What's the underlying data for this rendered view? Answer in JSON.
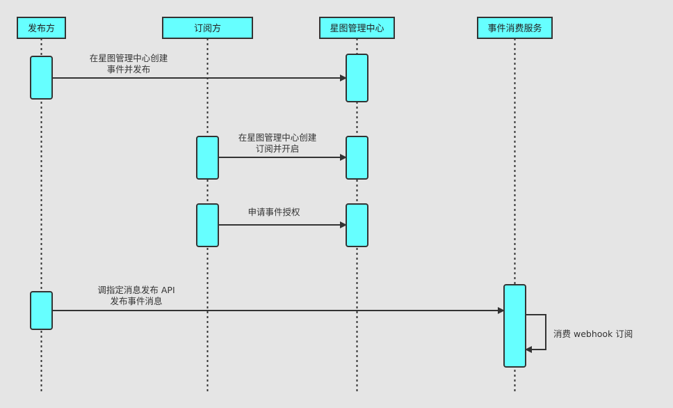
{
  "diagram": {
    "type": "sequence",
    "colors": {
      "background": "#e5e5e5",
      "box_fill": "#66ffff",
      "stroke": "#333333",
      "text": "#333333"
    },
    "participants": [
      {
        "id": "publisher",
        "label": "发布方"
      },
      {
        "id": "subscriber",
        "label": "订阅方"
      },
      {
        "id": "center",
        "label": "星图管理中心"
      },
      {
        "id": "consumer",
        "label": "事件消费服务"
      }
    ],
    "messages": [
      {
        "from": "publisher",
        "to": "center",
        "lines": [
          "在星图管理中心创建",
          "事件并发布"
        ]
      },
      {
        "from": "subscriber",
        "to": "center",
        "lines": [
          "在星图管理中心创建",
          "订阅并开启"
        ]
      },
      {
        "from": "subscriber",
        "to": "center",
        "lines": [
          "申请事件授权"
        ]
      },
      {
        "from": "publisher",
        "to": "consumer",
        "lines": [
          "调指定消息发布 API",
          "发布事件消息"
        ]
      },
      {
        "from": "consumer",
        "to": "consumer",
        "lines": [
          "消费 webhook 订阅"
        ]
      }
    ]
  }
}
